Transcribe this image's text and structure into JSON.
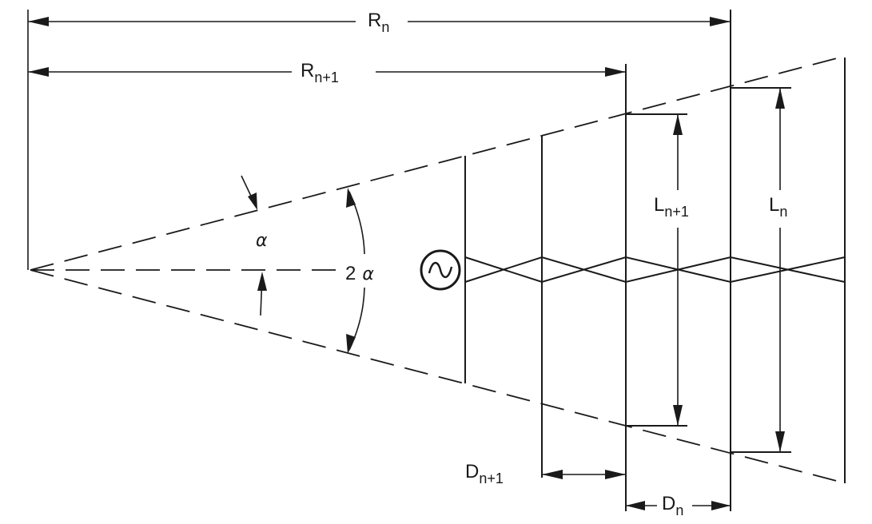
{
  "labels": {
    "r_n": {
      "main": "R",
      "sub": "n"
    },
    "r_n1": {
      "main": "R",
      "sub": "n+1"
    },
    "l_n": {
      "main": "L",
      "sub": "n"
    },
    "l_n1": {
      "main": "L",
      "sub": "n+1"
    },
    "d_n": {
      "main": "D",
      "sub": "n"
    },
    "d_n1": {
      "main": "D",
      "sub": "n+1"
    },
    "alpha": "α",
    "two_alpha_num": "2",
    "two_alpha_sym": "α"
  },
  "icons": {
    "source": "ac-source-icon"
  }
}
